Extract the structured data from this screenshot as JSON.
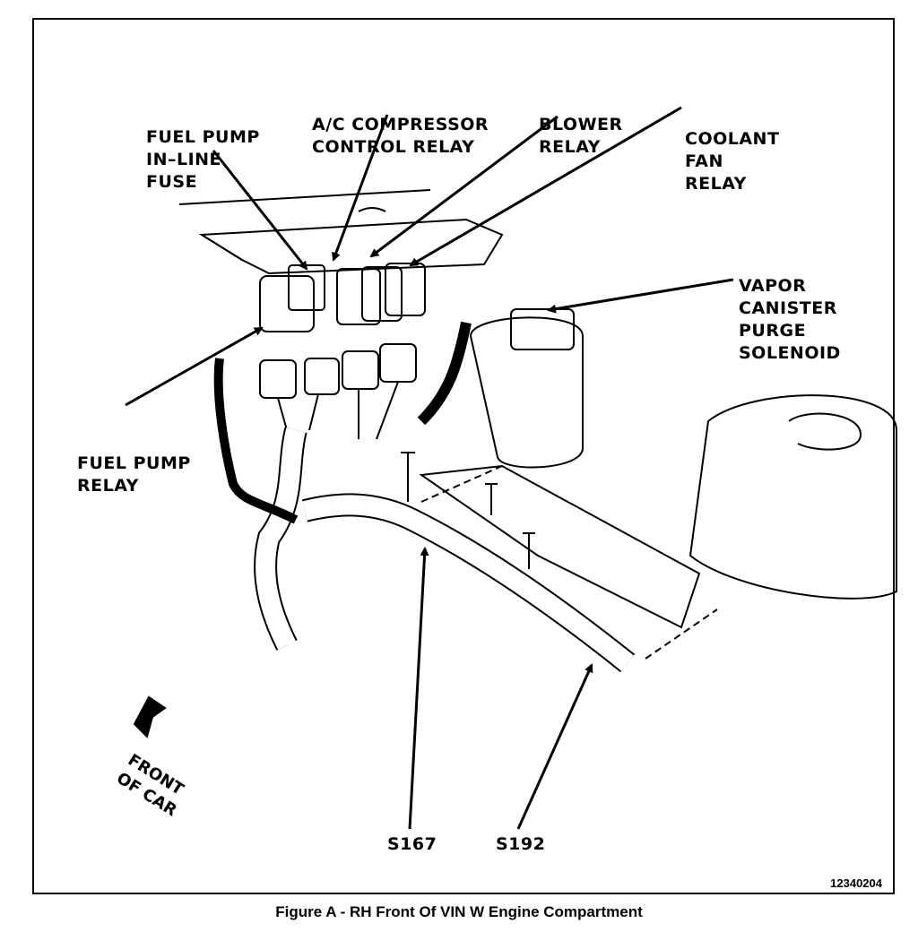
{
  "labels": {
    "fuel_pump_fuse": [
      "FUEL PUMP",
      "IN–LINE",
      "FUSE"
    ],
    "ac_relay": [
      "A/C COMPRESSOR",
      "CONTROL RELAY"
    ],
    "blower_relay": [
      "BLOWER",
      "RELAY"
    ],
    "coolant_fan_relay": [
      "COOLANT",
      "FAN",
      "RELAY"
    ],
    "vapor_canister": [
      "VAPOR",
      "CANISTER",
      "PURGE",
      "SOLENOID"
    ],
    "fuel_pump_relay": [
      "FUEL PUMP",
      "RELAY"
    ],
    "front_of_car": [
      "FRONT",
      "OF CAR"
    ],
    "s167": "S167",
    "s192": "S192"
  },
  "figure_number": "12340204",
  "caption": "Figure A - RH Front Of VIN W Engine Compartment"
}
